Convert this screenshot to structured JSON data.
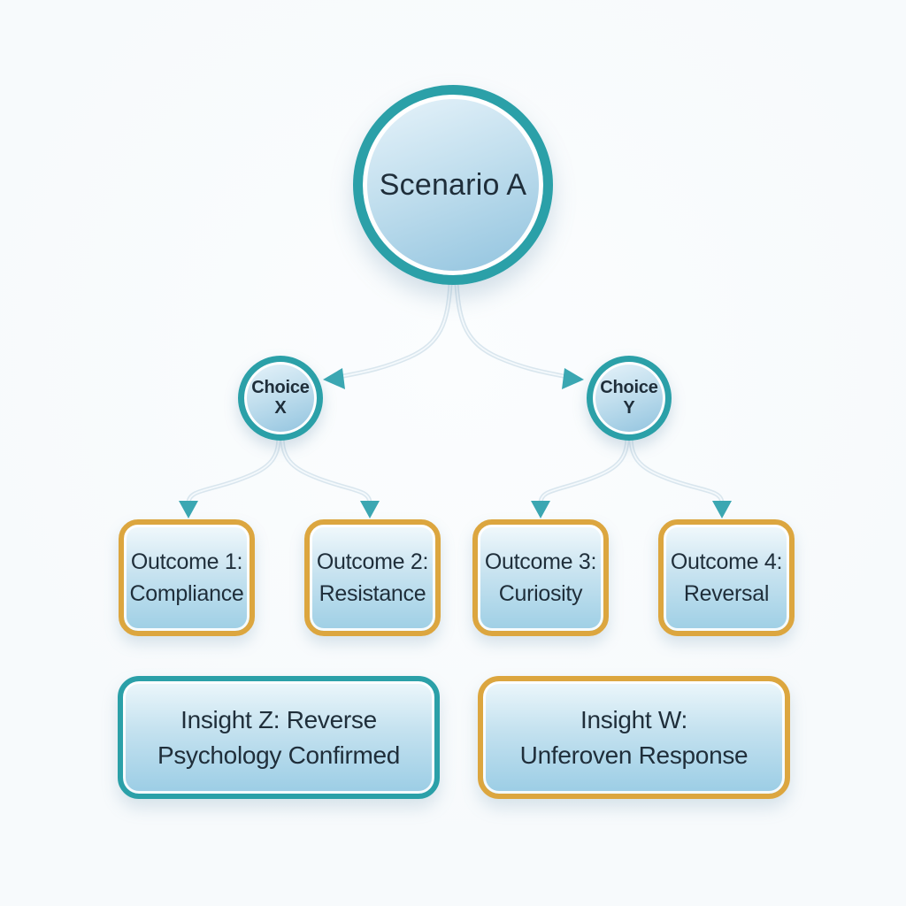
{
  "title": "Scenario A decision tree diagram",
  "colors": {
    "teal": "#2BA0A8",
    "gold": "#DCA63F",
    "arrow": "#3BA7B2",
    "connector": "#D9E6EE",
    "text": "#1F2E3A",
    "bg": "#F7FAFC",
    "node_fill_top": "#E3F1F9",
    "node_fill_bottom": "#8FC2DE"
  },
  "root": {
    "label": "Scenario A"
  },
  "choices": [
    {
      "label": "Choice X"
    },
    {
      "label": "Choice Y"
    }
  ],
  "outcomes": [
    {
      "line1": "Outcome 1:",
      "line2": "Compliance"
    },
    {
      "line1": "Outcome 2:",
      "line2": "Resistance"
    },
    {
      "line1": "Outcome 3:",
      "line2": "Curiosity"
    },
    {
      "line1": "Outcome 4:",
      "line2": "Reversal"
    }
  ],
  "insights": [
    {
      "line1": "Insight Z: Reverse",
      "line2": "Psychology Confirmed",
      "border": "teal"
    },
    {
      "line1": "Insight W:",
      "line2": "Unferoven Response",
      "border": "gold"
    }
  ]
}
